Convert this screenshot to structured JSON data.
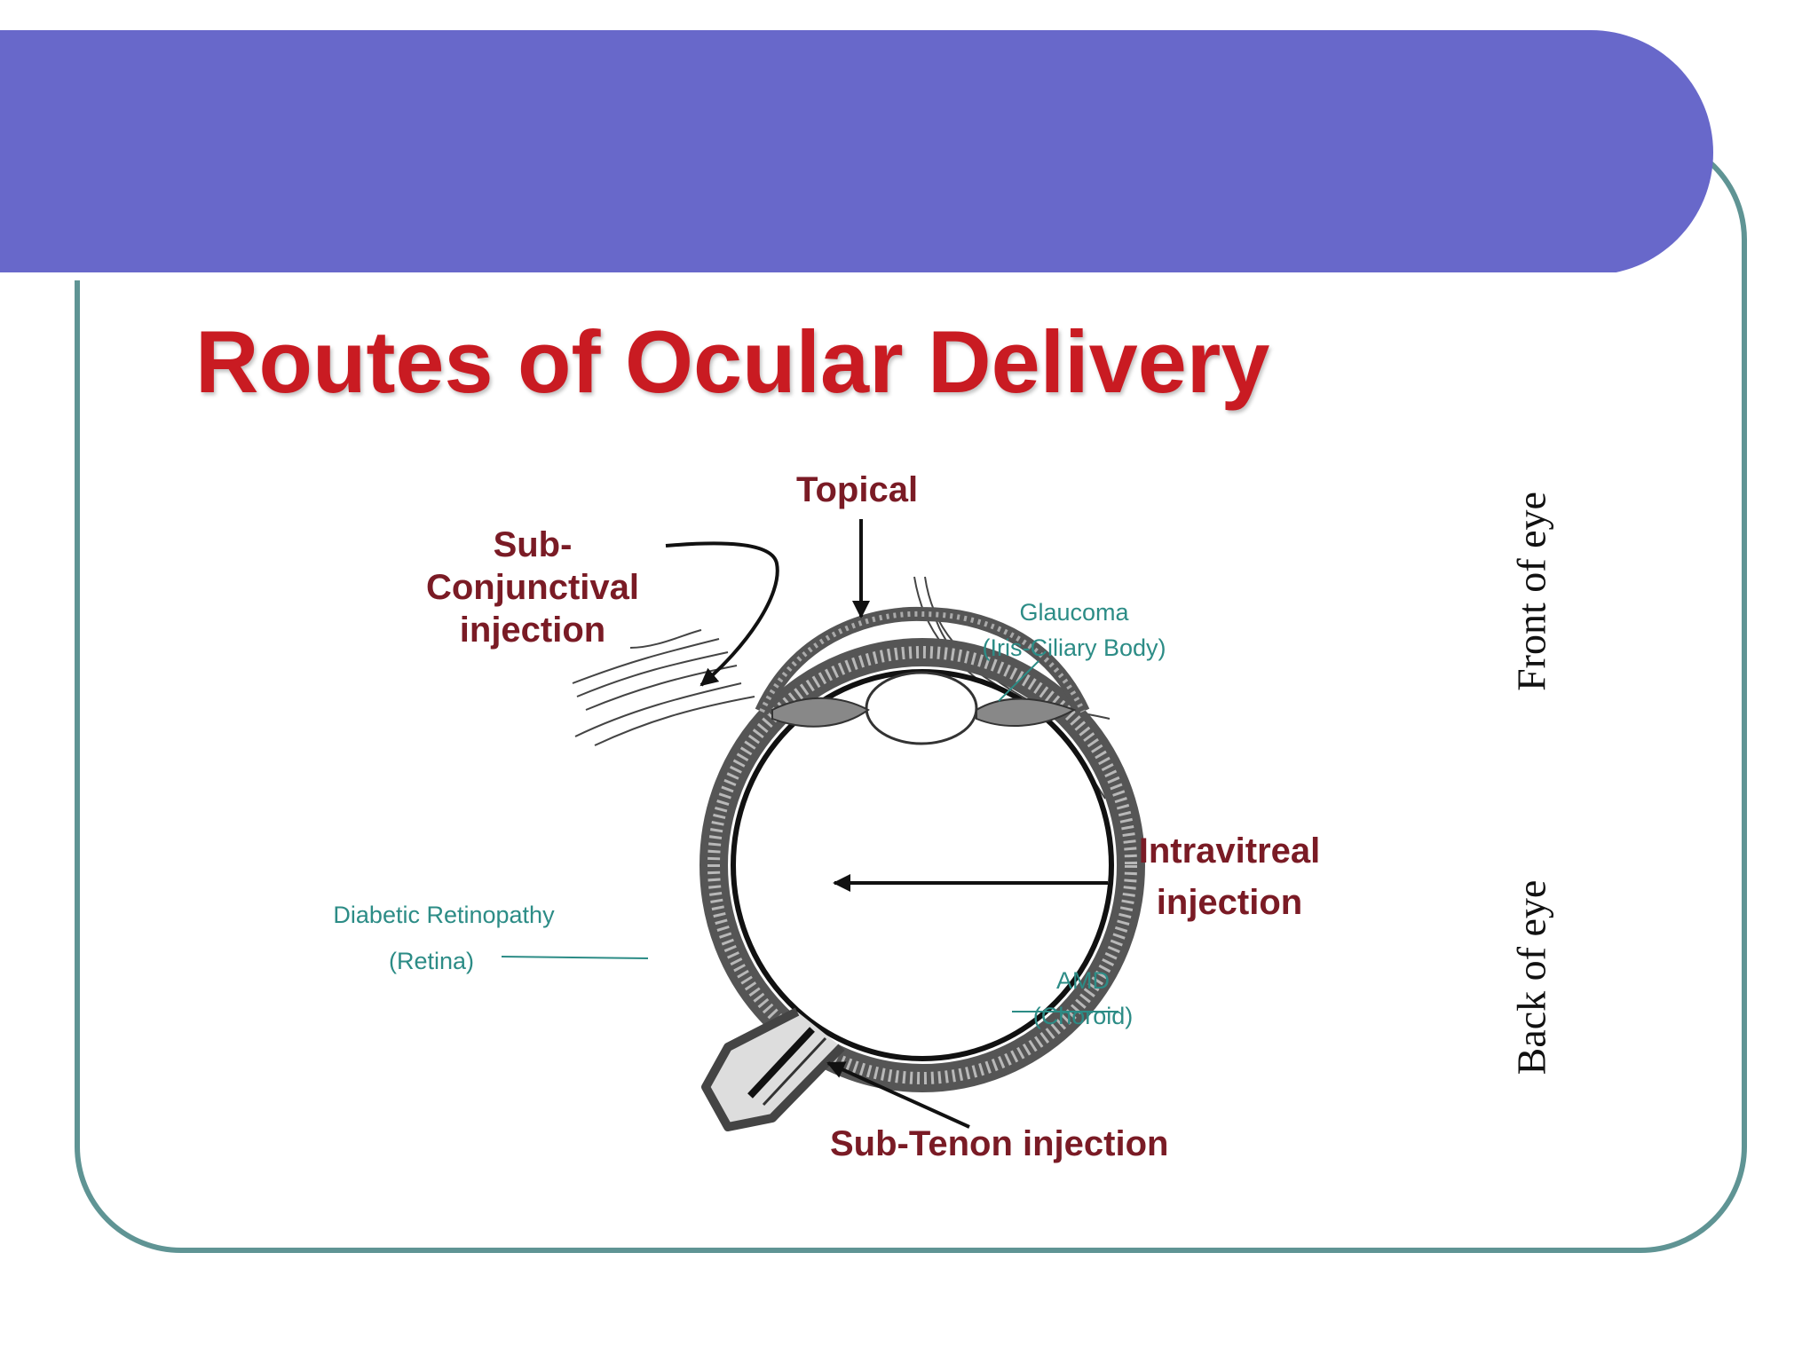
{
  "slide": {
    "title": "Routes of Ocular Delivery"
  },
  "diagram": {
    "routes": {
      "topical": "Topical",
      "subconj_l1": "Sub-",
      "subconj_l2": "Conjunctival",
      "subconj_l3": "injection",
      "intravitreal_l1": "Intravitreal",
      "intravitreal_l2": "injection",
      "subtenon": "Sub-Tenon injection"
    },
    "targets": {
      "glaucoma_l1": "Glaucoma",
      "glaucoma_l2": "(Iris-Ciliary Body)",
      "dr_l1": "Diabetic Retinopathy",
      "dr_l2": "(Retina)",
      "amd_l1": "AMD",
      "amd_l2": "(Choroid)"
    },
    "side_labels": {
      "front": "Front of eye",
      "back": "Back of eye"
    }
  },
  "colors": {
    "banner": "#6868ca",
    "frame": "#5f9494",
    "title": "#c91b22",
    "route_label": "#7a1b25",
    "target_label": "#2c8c86"
  }
}
